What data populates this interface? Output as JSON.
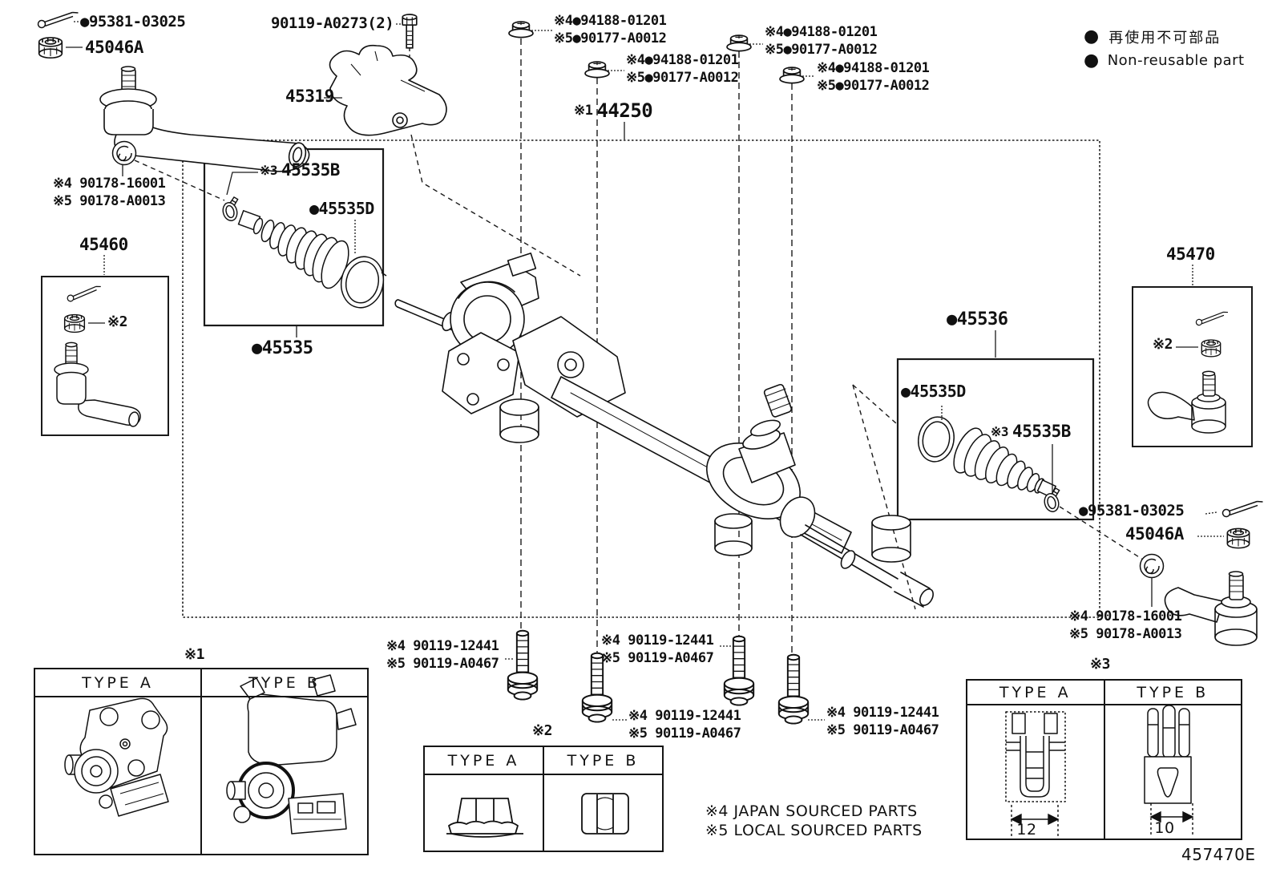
{
  "legend": {
    "bullet": "●",
    "jp": "再使用不可部品",
    "en": "Non-reusable part"
  },
  "drawing_code": "457470E",
  "notes": {
    "ref1": "※1",
    "ref2": "※2",
    "ref3": "※3",
    "japan_sourced": "※4 JAPAN SOURCED PARTS",
    "local_sourced": "※5 LOCAL SOURCED PARTS"
  },
  "parts": {
    "cotter_pin": "●95381-03025",
    "tie_rod_nut": "45046A",
    "washer_japan": "※4 90178-16001",
    "washer_local": "※5 90178-A0013",
    "bracket_bolt": "90119-A0273(2)",
    "bracket": "45319",
    "steering_gear": "44250",
    "lock_nut_japan": "※4●94188-01201",
    "lock_nut_local": "※5●90177-A0012",
    "mount_bolt_japan": "※4 90119-12441",
    "mount_bolt_local": "※5 90119-A0467",
    "boot_clamp": "45535B",
    "boot_ring": "●45535D",
    "boot_kit_left": "●45535",
    "boot_kit_right": "●45536",
    "tie_rod_end_left": "45460",
    "tie_rod_end_right": "45470"
  },
  "tables": {
    "type_a": "TYPE A",
    "type_b": "TYPE B",
    "clip_a_width": "12",
    "clip_b_width": "10"
  }
}
